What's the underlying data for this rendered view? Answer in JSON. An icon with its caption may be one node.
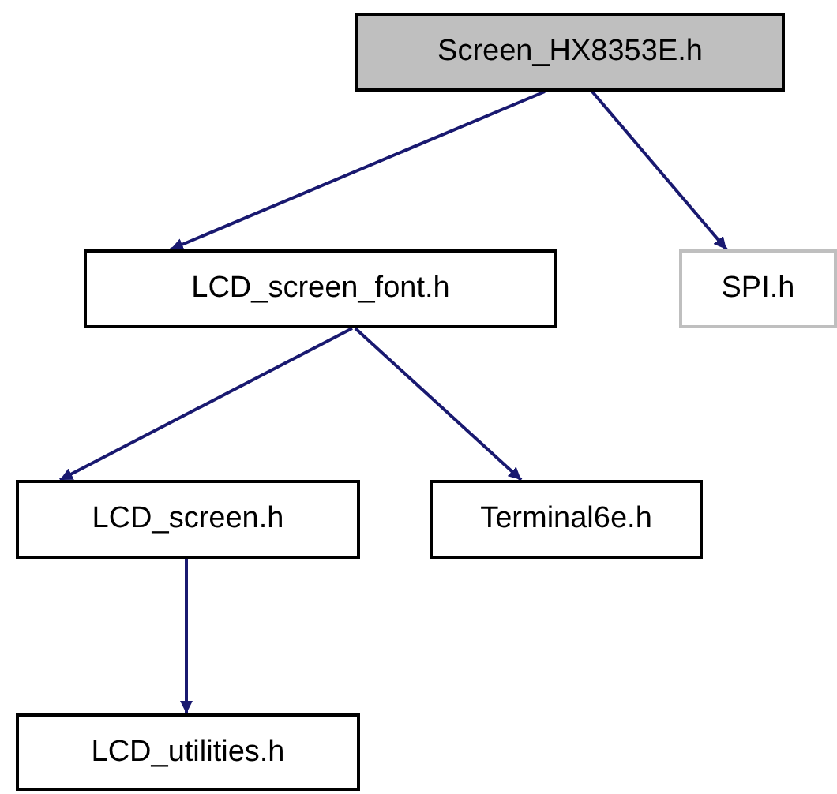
{
  "diagram": {
    "nodes": [
      {
        "text": [
          "Screen_HX8353E.h"
        ]
      },
      {
        "text": [
          "LCD_screen_font.h"
        ]
      },
      {
        "text": [
          "SPI.h"
        ]
      },
      {
        "text": [
          "LCD_screen.h"
        ]
      },
      {
        "text": [
          "Terminal6e.h"
        ]
      },
      {
        "text": [
          "LCD_utilities.h"
        ]
      }
    ],
    "edges": [
      {
        "from": 0,
        "to": 1,
        "arrow": "to"
      },
      {
        "from": 0,
        "to": 2,
        "arrow": "to"
      },
      {
        "from": 1,
        "to": 3,
        "arrow": "to"
      },
      {
        "from": 1,
        "to": 4,
        "arrow": "to"
      },
      {
        "from": 3,
        "to": 5,
        "arrow": "to"
      }
    ]
  }
}
